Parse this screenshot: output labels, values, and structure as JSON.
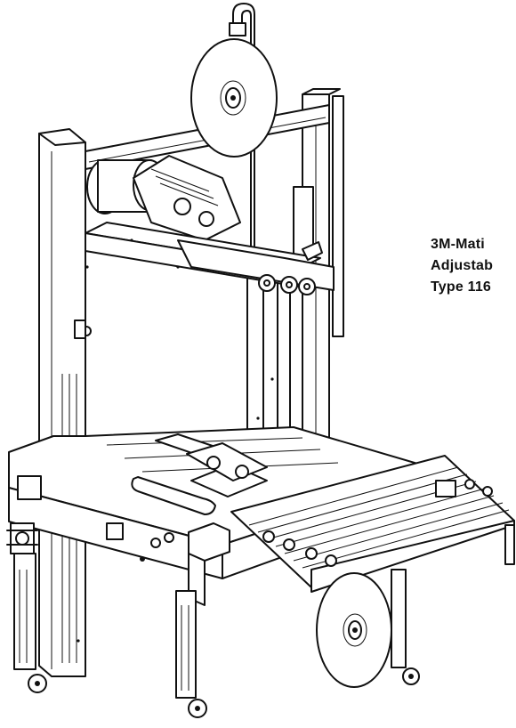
{
  "caption": {
    "line1": "3M-Mati",
    "line2": "Adjustab",
    "line3": "Type 116"
  }
}
